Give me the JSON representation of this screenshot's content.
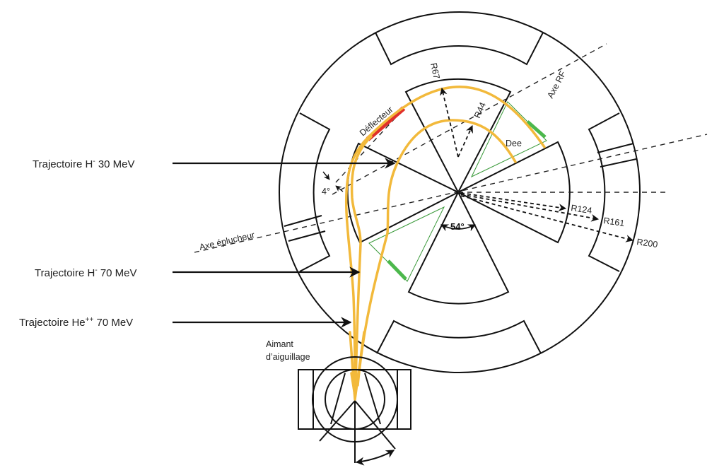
{
  "diagram": {
    "subject": "Cyclotron top view with beam trajectories",
    "colors": {
      "structure": "#111111",
      "trajectory": "#f2b93b",
      "deflector": "#e0302a",
      "dee_probe": "#4cb84c",
      "dee_outline": "#3a9a3a"
    },
    "trajectory_labels": [
      {
        "prefix": "Trajectoire H",
        "superscript": "-",
        "suffix": " 30 MeV"
      },
      {
        "prefix": "Trajectoire H",
        "superscript": "-",
        "suffix": " 70 MeV"
      },
      {
        "prefix": "Trajectoire He",
        "superscript": "++",
        "suffix": " 70 MeV"
      }
    ],
    "labels": {
      "deflector": "Déflecteur",
      "axe_rf": "Axe RF",
      "axe_eplucheur": "Axe éplucheur",
      "dee": "Dee",
      "angle_sector": "54°",
      "angle_deflector": "4°",
      "switching_magnet_line1": "Aimant",
      "switching_magnet_line2": "d’aiguillage"
    },
    "radii": [
      {
        "label": "R44"
      },
      {
        "label": "R67"
      },
      {
        "label": "R124"
      },
      {
        "label": "R161"
      },
      {
        "label": "R200"
      }
    ]
  }
}
